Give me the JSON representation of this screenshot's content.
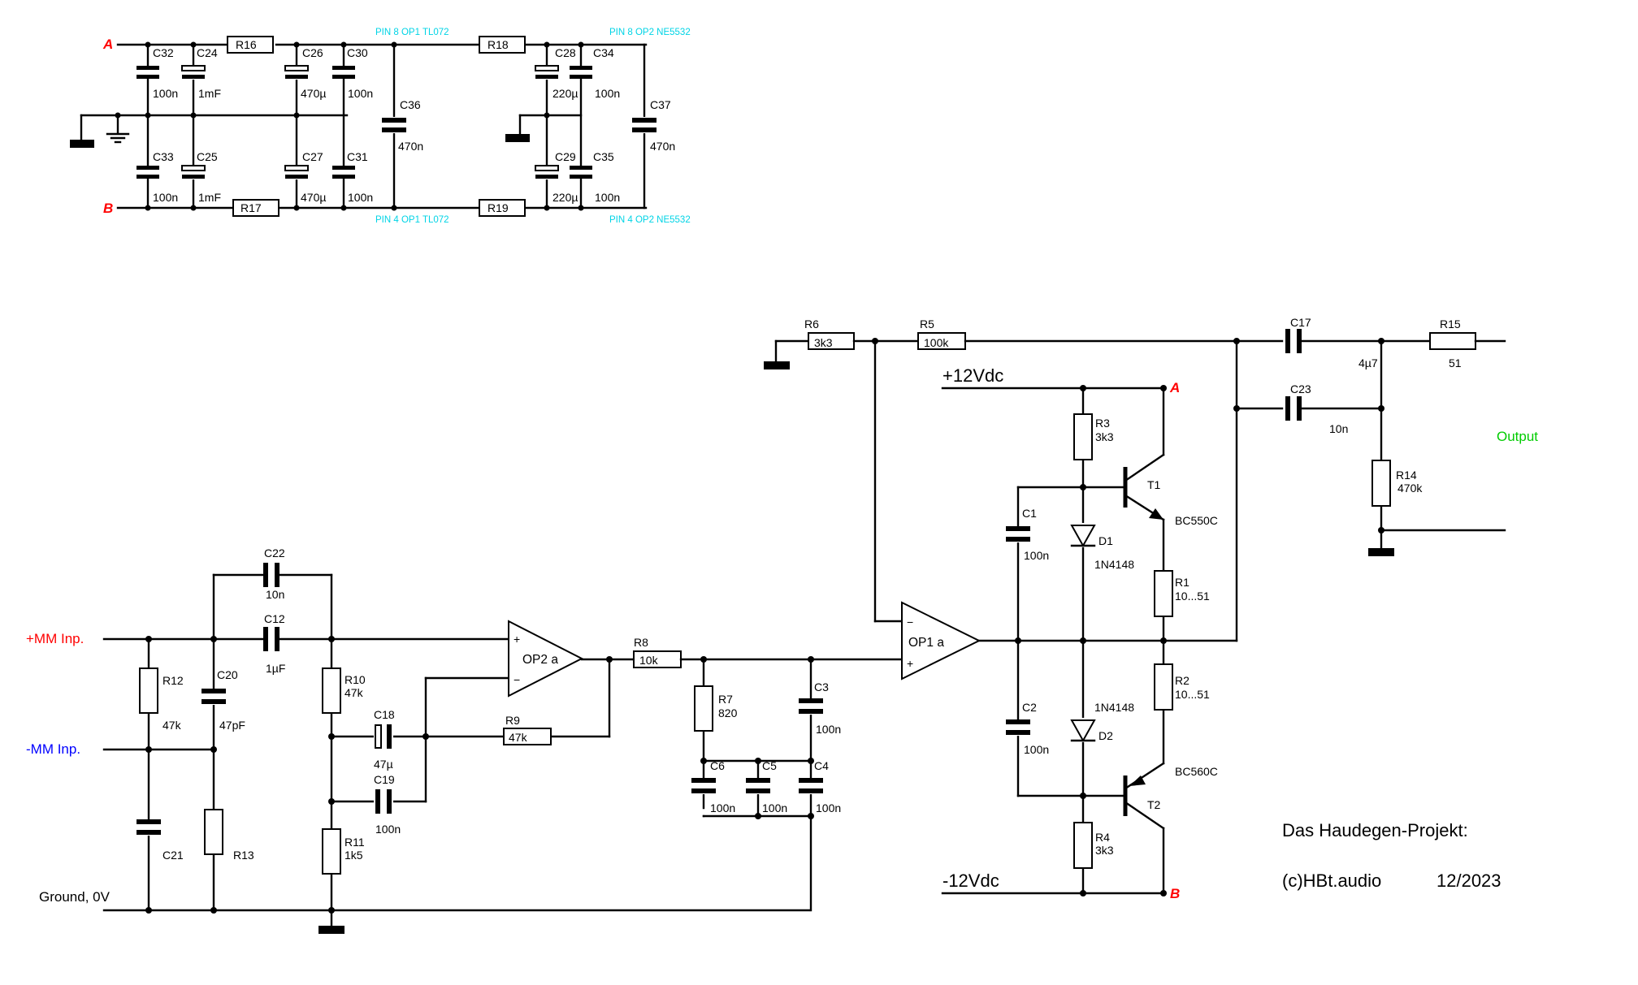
{
  "nodes": {
    "a": "A",
    "b": "B"
  },
  "supply": {
    "pos": "+12Vdc",
    "neg": "-12Vdc"
  },
  "pin_notes": {
    "op1_pin8": "PIN 8 OP1 TL072",
    "op1_pin4": "PIN 4 OP1 TL072",
    "op2_pin8": "PIN 8 OP2 NE5532",
    "op2_pin4": "PIN 4 OP2 NE5532"
  },
  "inputs": {
    "mm_pos": "+MM Inp.",
    "mm_neg": "-MM Inp.",
    "ground": "Ground, 0V"
  },
  "output": "Output",
  "credit": {
    "project": "Das Haudegen-Projekt:",
    "author": "(c)HBt.audio",
    "date": "12/2023"
  },
  "opamps": {
    "op2": "OP2 a",
    "op1": "OP1 a",
    "plus": "+",
    "minus": "−"
  },
  "resistors": {
    "r1": "R1",
    "r1v": "10...51",
    "r2": "R2",
    "r2v": "10...51",
    "r3": "R3",
    "r3v": "3k3",
    "r4": "R4",
    "r4v": "3k3",
    "r5": "R5",
    "r5v": "100k",
    "r6": "R6",
    "r6v": "3k3",
    "r7": "R7",
    "r7v": "820",
    "r8": "R8",
    "r8v": "10k",
    "r9": "R9",
    "r9v": "47k",
    "r10": "R10",
    "r10v": "47k",
    "r11": "R11",
    "r11v": "1k5",
    "r12": "R12",
    "r12v": "47k",
    "r13": "R13",
    "r14": "R14",
    "r14v": "470k",
    "r15": "R15",
    "r15v": "51",
    "r16": "R16",
    "r17": "R17",
    "r18": "R18",
    "r19": "R19"
  },
  "capacitors": {
    "c1": "C1",
    "c1v": "100n",
    "c2": "C2",
    "c2v": "100n",
    "c3": "C3",
    "c3v": "100n",
    "c4": "C4",
    "c4v": "100n",
    "c5": "C5",
    "c5v": "100n",
    "c6": "C6",
    "c6v": "100n",
    "c12": "C12",
    "c12v": "1µF",
    "c17": "C17",
    "c17v": "4µ7",
    "c18": "C18",
    "c18v": "47µ",
    "c19": "C19",
    "c19v": "100n",
    "c20": "C20",
    "c20v": "47pF",
    "c21": "C21",
    "c22": "C22",
    "c22v": "10n",
    "c23": "C23",
    "c23v": "10n",
    "c24": "C24",
    "c24v": "1mF",
    "c25": "C25",
    "c25v": "1mF",
    "c26": "C26",
    "c26v": "470µ",
    "c27": "C27",
    "c27v": "470µ",
    "c28": "C28",
    "c28v": "220µ",
    "c29": "C29",
    "c29v": "220µ",
    "c30": "C30",
    "c30v": "100n",
    "c31": "C31",
    "c31v": "100n",
    "c32": "C32",
    "c32v": "100n",
    "c33": "C33",
    "c33v": "100n",
    "c34": "C34",
    "c34v": "100n",
    "c35": "C35",
    "c35v": "100n",
    "c36": "C36",
    "c36v": "470n",
    "c37": "C37",
    "c37v": "470n"
  },
  "diodes": {
    "d1": "D1",
    "d1v": "1N4148",
    "d2": "D2",
    "d2v": "1N4148"
  },
  "transistors": {
    "t1": "T1",
    "t1v": "BC550C",
    "t2": "T2",
    "t2v": "BC560C"
  }
}
